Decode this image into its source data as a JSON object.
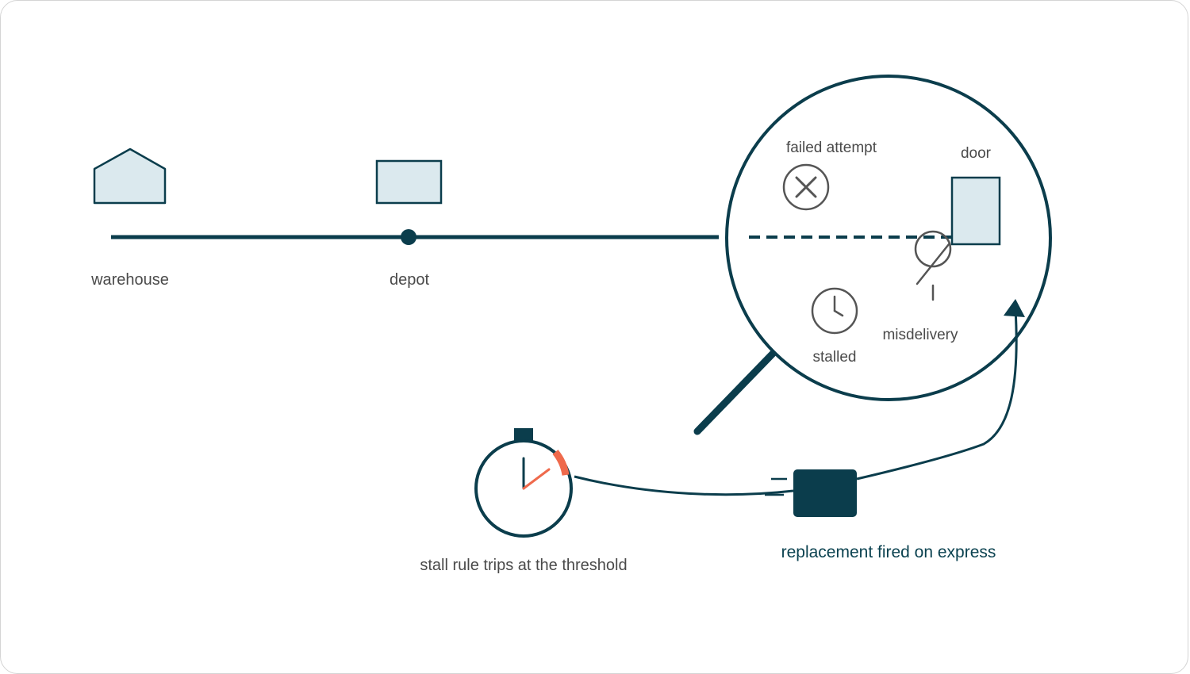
{
  "colors": {
    "primary": "#0b3d4c",
    "fill_light": "#dbe9ee",
    "icon_gray": "#555555",
    "accent": "#ef6a4c",
    "text": "#4a4a4a"
  },
  "route": {
    "warehouse_label": "warehouse",
    "depot_label": "depot"
  },
  "magnifier": {
    "failed_attempt_label": "failed attempt",
    "door_label": "door",
    "stalled_label": "stalled",
    "misdelivery_label": "misdelivery"
  },
  "timer": {
    "caption": "stall rule trips at the threshold"
  },
  "express": {
    "caption": "replacement fired on express"
  },
  "icons": [
    "warehouse-icon",
    "depot-icon",
    "failed-attempt-icon",
    "door-icon",
    "misdelivery-icon",
    "stalled-clock-icon",
    "stopwatch-icon",
    "express-parcel-icon"
  ]
}
